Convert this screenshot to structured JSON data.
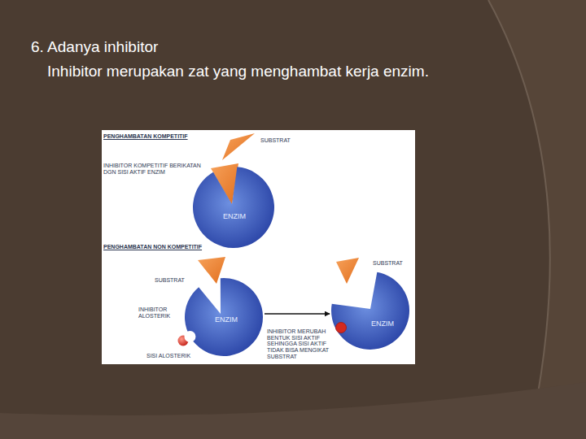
{
  "diagram": {
    "title": "6. Adanya inhibitor",
    "nodes": [
      {
        "text": [
          "ENZIM"
        ]
      },
      {
        "text": [
          "ENZIM"
        ]
      },
      {
        "text": [
          "ENZIM"
        ]
      }
    ],
    "edges": [
      {
        "from": 1,
        "to": 2,
        "arrow": "to"
      }
    ],
    "labels": [
      "Inhibitor merupakan zat yang menghambat kerja enzim.",
      "PENGHAMBATAN KOMPETITIF",
      "SUBSTRAT",
      "INHIBITOR KOMPETITIF BERIKATAN DGN SISI AKTIF ENZIM",
      "PENGHAMBATAN NON KOMPETITIF",
      "SUBSTRAT",
      "INHIBITOR ALOSTERIK",
      "SISI ALOSTERIK",
      "SUBSTRAT",
      "INHIBITOR MERUBAH BENTUK SISI AKTIF SEHINGGA SISI AKTIF TIDAK BISA MENGIKAT SUBSTRAT"
    ]
  }
}
